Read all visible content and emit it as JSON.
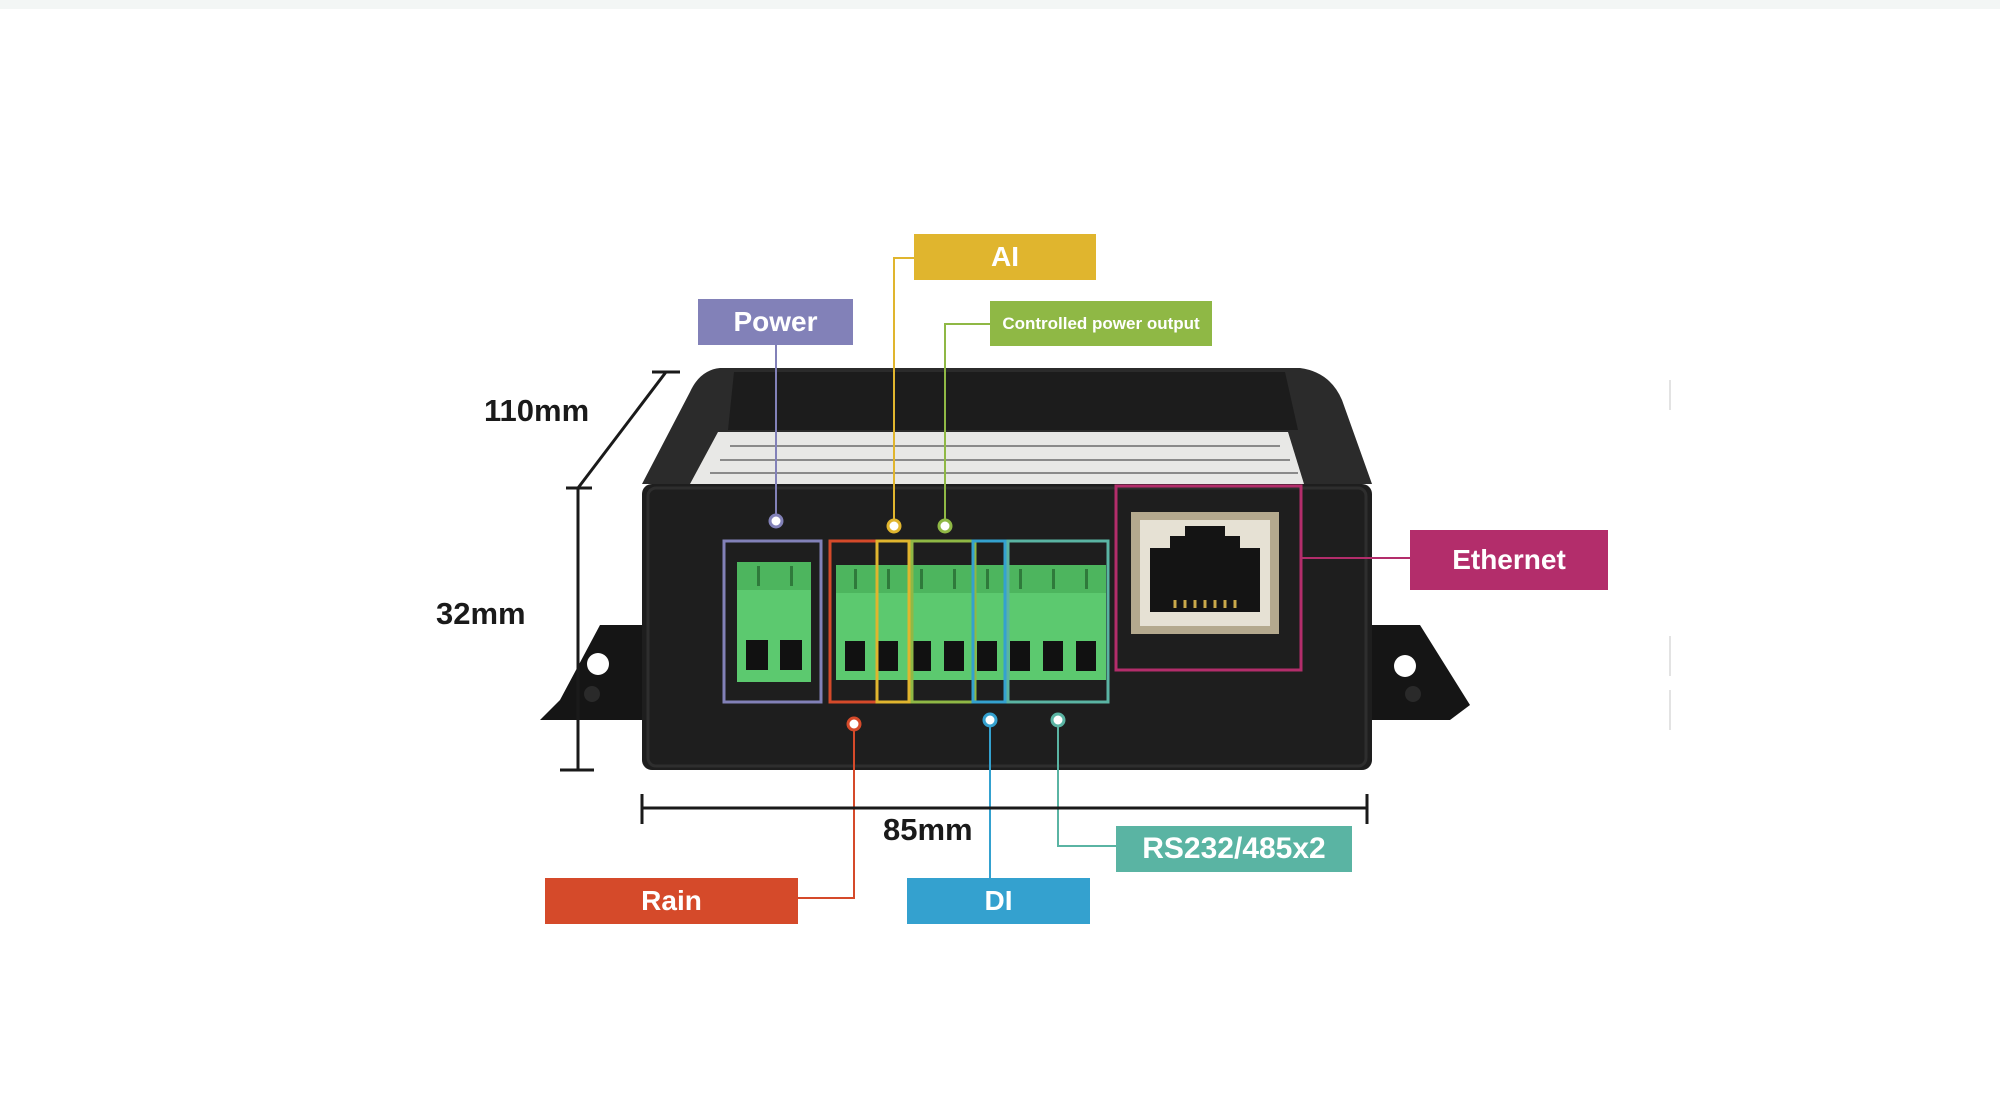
{
  "labels": {
    "power": "Power",
    "ai": "AI",
    "controlled_power_output": "Controlled power output",
    "ethernet": "Ethernet",
    "rs232_485": "RS232/485x2",
    "rain": "Rain",
    "di": "DI"
  },
  "dimensions": {
    "depth": "110mm",
    "height": "32mm",
    "width": "85mm"
  },
  "colors": {
    "power": "#8281b8",
    "ai": "#e0b52e",
    "controlled_power_output": "#8fb845",
    "ethernet": "#b32d6b",
    "rs232_485": "#5ab4a3",
    "rain": "#d54a2a",
    "di": "#34a1cf",
    "device_body": "#1e1e1e",
    "terminal_green": "#5cc96f"
  }
}
